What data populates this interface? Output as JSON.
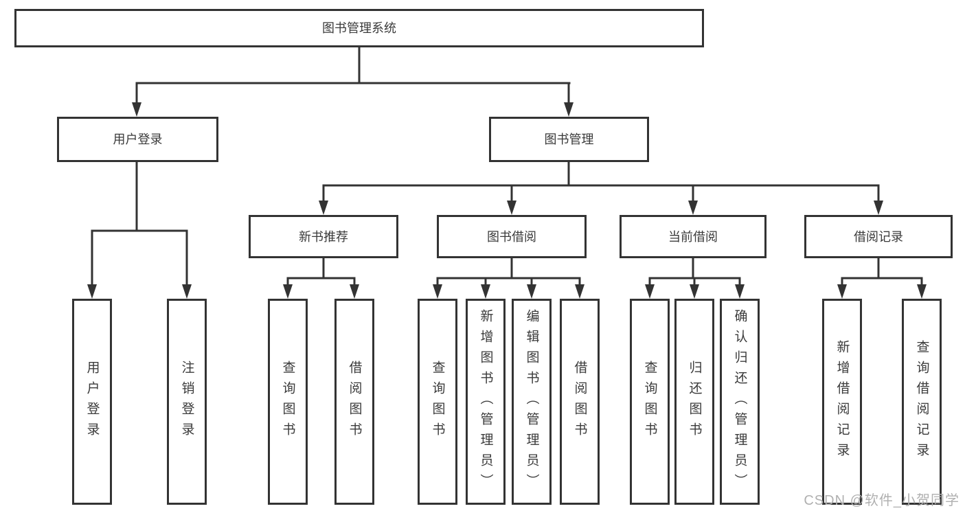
{
  "diagram_title": "图书管理系统",
  "colors": {
    "line": "#333333",
    "text": "#3a3a3a",
    "bg": "#ffffff",
    "watermark": "#b0b0b0"
  },
  "nodes": {
    "root": "图书管理系统",
    "user_login": "用户登录",
    "book_management": "图书管理",
    "new_book_recommend": "新书推荐",
    "book_borrow": "图书借阅",
    "current_borrow": "当前借阅",
    "borrow_records": "借阅记录",
    "leaf_user_login": "用户登录",
    "leaf_logout": "注销登录",
    "rec_query_books": "查询图书",
    "rec_borrow_books": "借阅图书",
    "bb_query_books": "查询图书",
    "bb_add_books": "新增图书（管理员）",
    "bb_edit_books": "编辑图书（管理员）",
    "bb_borrow_books": "借阅图书",
    "cb_query_books": "查询图书",
    "cb_return_books": "归还图书",
    "cb_confirm_return": "确认归还（管理员）",
    "br_add_record": "新增借阅记录",
    "br_query_record": "查询借阅记录"
  },
  "watermark": "CSDN @软件_小贺同学"
}
